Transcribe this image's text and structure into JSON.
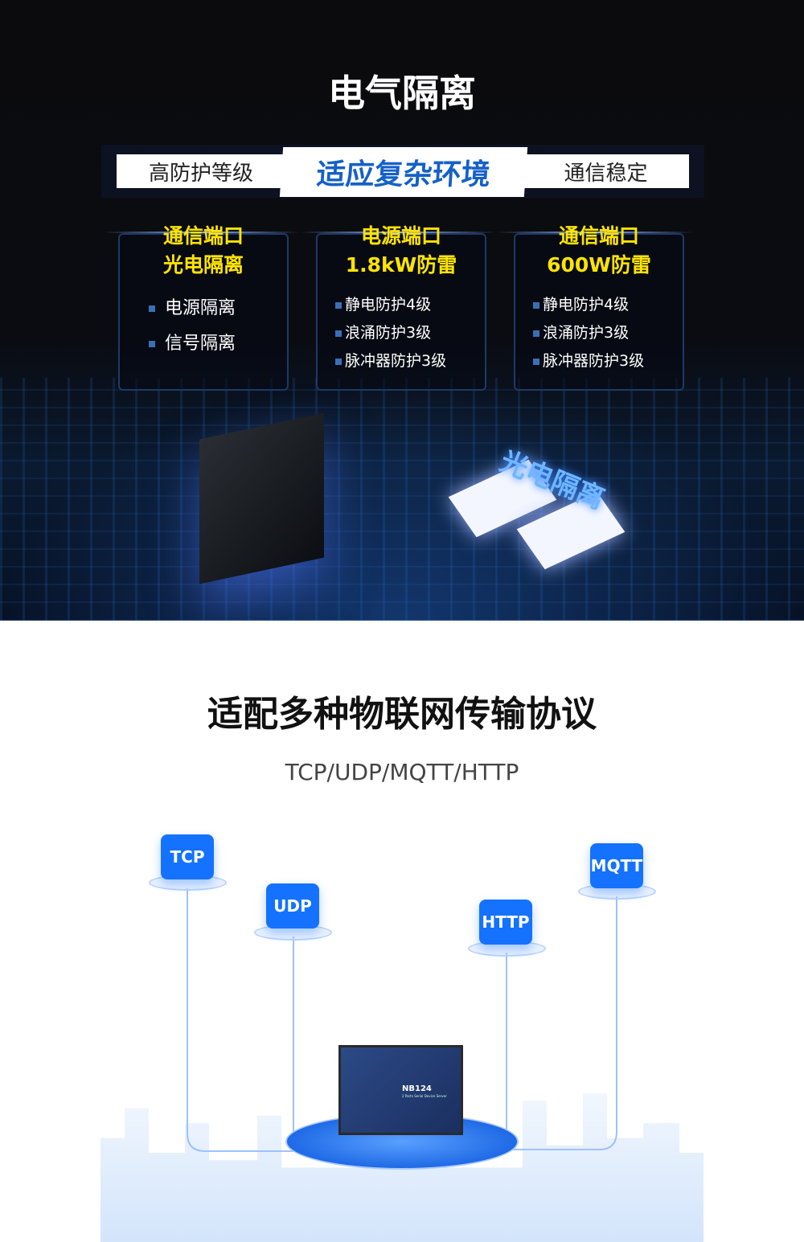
{
  "section1": {
    "title": "电气隔离",
    "tabs": {
      "left": "高防护等级",
      "center": "适应复杂环境",
      "right": "通信稳定"
    },
    "cards": [
      {
        "title1": "通信端口",
        "title2": "光电隔离",
        "items": [
          "电源隔离",
          "信号隔离"
        ]
      },
      {
        "title1": "电源端口",
        "title2": "1.8kW防雷",
        "items": [
          "静电防护4级",
          "浪涌防护3级",
          "脉冲器防护3级"
        ]
      },
      {
        "title1": "通信端口",
        "title2": "600W防雷",
        "items": [
          "静电防护4级",
          "浪涌防护3级",
          "脉冲器防护3级"
        ]
      }
    ],
    "graphic_label": "光电隔离"
  },
  "section2": {
    "title": "适配多种物联网传输协议",
    "subtitle": "TCP/UDP/MQTT/HTTP",
    "protocols": [
      "TCP",
      "UDP",
      "HTTP",
      "MQTT"
    ],
    "device": {
      "model": "NB124",
      "desc": "2 Ports Serial Device Server"
    },
    "accent": "#1472ff"
  }
}
